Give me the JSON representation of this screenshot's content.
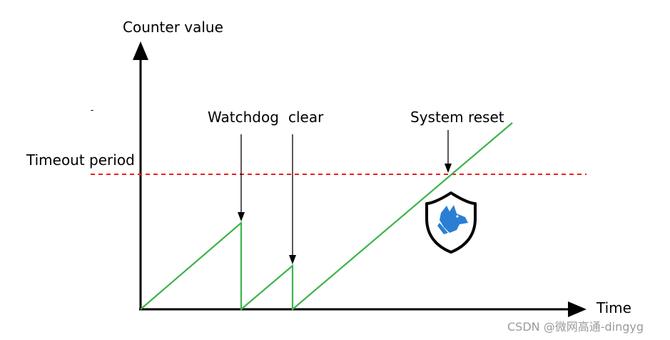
{
  "labels": {
    "y_axis": "Counter value",
    "x_axis": "Time",
    "timeout": "Timeout period",
    "watchdog": "Watchdog",
    "clear": "clear",
    "system_reset": "System reset",
    "stray_mark": "-"
  },
  "watermark": "CSDN @微网高通-dingyg",
  "icons": {
    "shield": "watchdog-shield-icon"
  },
  "colors": {
    "counter_line": "#3cb44b",
    "timeout_line": "#e8201a",
    "axes": "#000000",
    "shield_fill": "#2a7fd4",
    "watermark": "#9a9a9a"
  }
}
